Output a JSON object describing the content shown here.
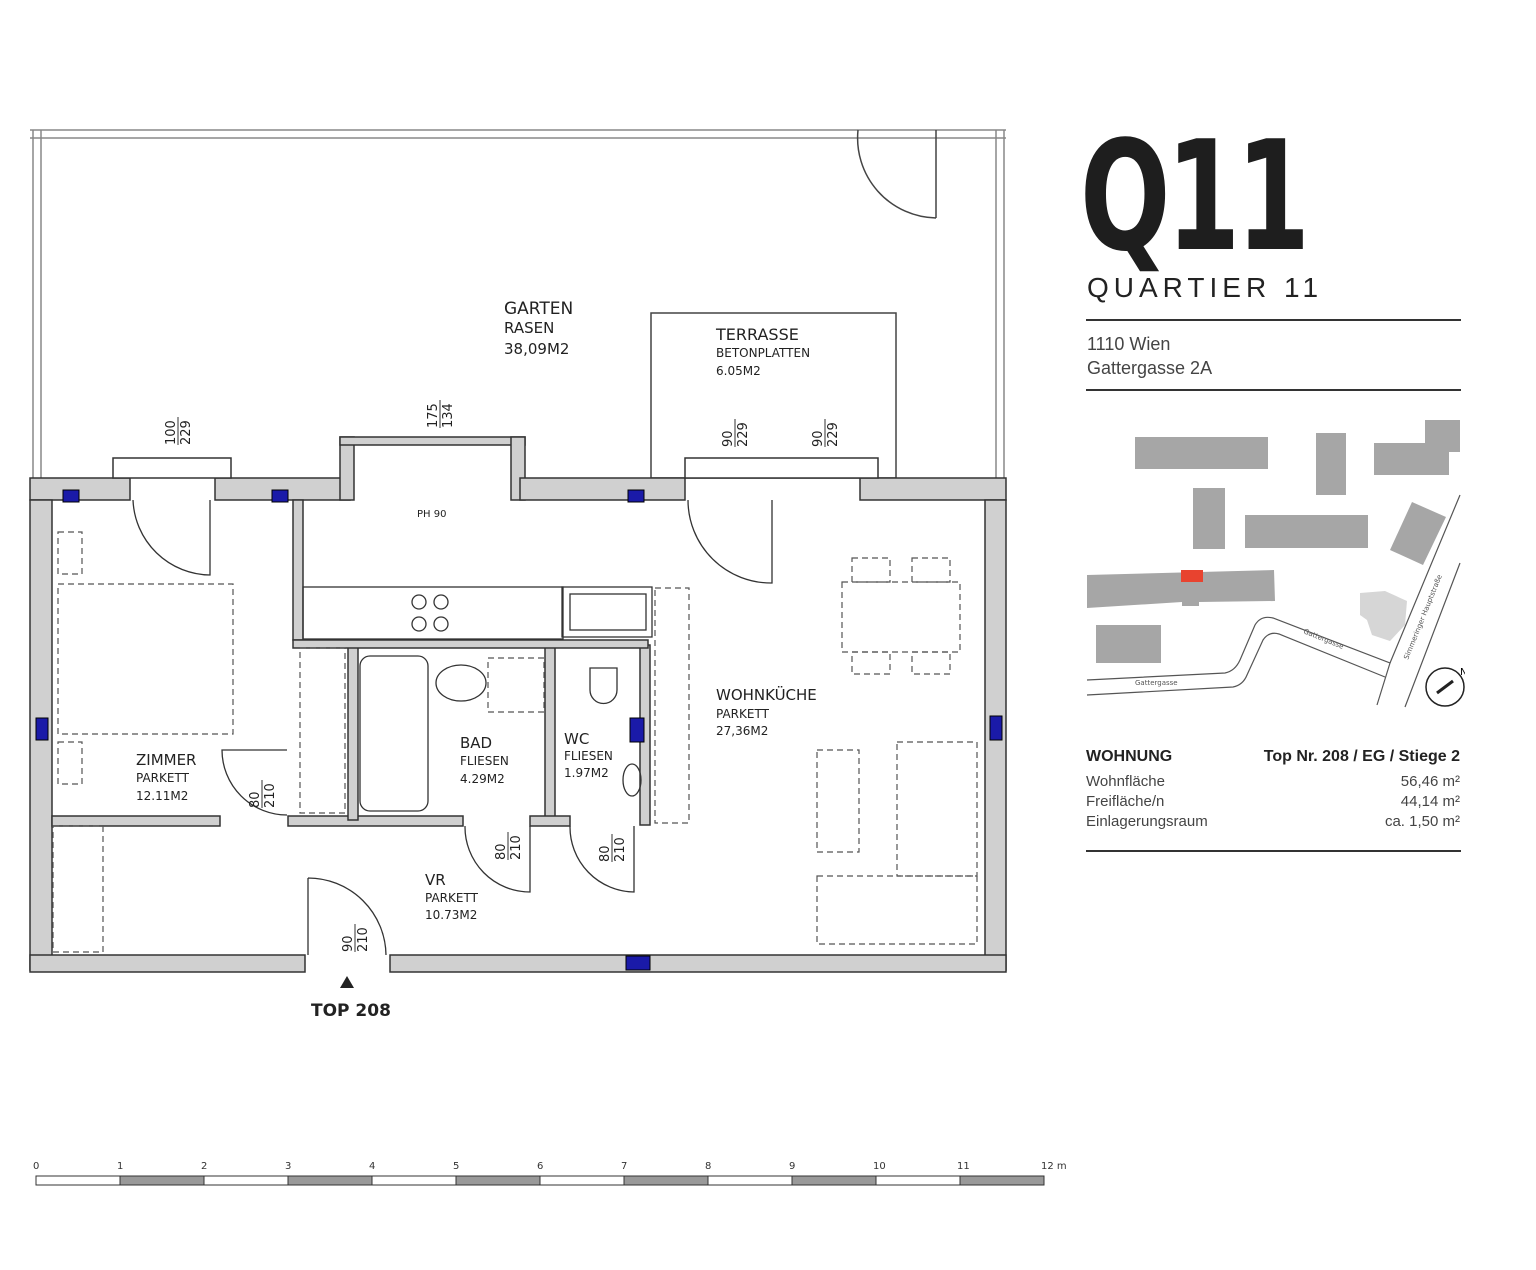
{
  "brand": {
    "logo": "Q11",
    "name": "QUARTIER 11"
  },
  "address": {
    "line1": "1110 Wien",
    "line2": "Gattergasse 2A"
  },
  "map": {
    "streets": [
      "Gattergasse",
      "Gattergasse",
      "Simmeringer Hauptstraße"
    ],
    "north": "N",
    "highlight_color": "#e8432f",
    "building_color": "#a6a6a6"
  },
  "unit": {
    "heading": "WOHNUNG",
    "id": "Top Nr. 208 / EG / Stiege 2",
    "rows": [
      {
        "label": "Wohnfläche",
        "value": "56,46 m²"
      },
      {
        "label": "Freifläche/n",
        "value": "44,14 m²"
      },
      {
        "label": "Einlagerungsraum",
        "value": "ca. 1,50 m²"
      }
    ]
  },
  "rooms": {
    "garten": {
      "name": "GARTEN",
      "floor": "RASEN",
      "area": "38,09M2"
    },
    "terrasse": {
      "name": "TERRASSE",
      "floor": "BETONPLATTEN",
      "area": "6.05M2"
    },
    "zimmer": {
      "name": "ZIMMER",
      "floor": "PARKETT",
      "area": "12.11M2"
    },
    "bad": {
      "name": "BAD",
      "floor": "FLIESEN",
      "area": "4.29M2"
    },
    "wc": {
      "name": "WC",
      "floor": "FLIESEN",
      "area": "1.97M2"
    },
    "wohnkueche": {
      "name": "WOHNKÜCHE",
      "floor": "PARKETT",
      "area": "27,36M2"
    },
    "vr": {
      "name": "VR",
      "floor": "PARKETT",
      "area": "10.73M2"
    }
  },
  "openings": {
    "win1": [
      "100",
      "229"
    ],
    "win2": [
      "175",
      "134"
    ],
    "win3": [
      "90",
      "229"
    ],
    "win4": [
      "90",
      "229"
    ],
    "door_zimmer": [
      "80",
      "210"
    ],
    "door_bad": [
      "80",
      "210"
    ],
    "door_wc": [
      "80",
      "210"
    ],
    "door_entry": [
      "90",
      "210"
    ],
    "ph": "PH 90"
  },
  "entry_label": "TOP 208",
  "scale": {
    "ticks": [
      "0",
      "1",
      "2",
      "3",
      "4",
      "5",
      "6",
      "7",
      "8",
      "9",
      "10",
      "11",
      "12 m"
    ]
  },
  "colors": {
    "wall": "#d0d0d0",
    "heater": "#1a1aa8"
  }
}
